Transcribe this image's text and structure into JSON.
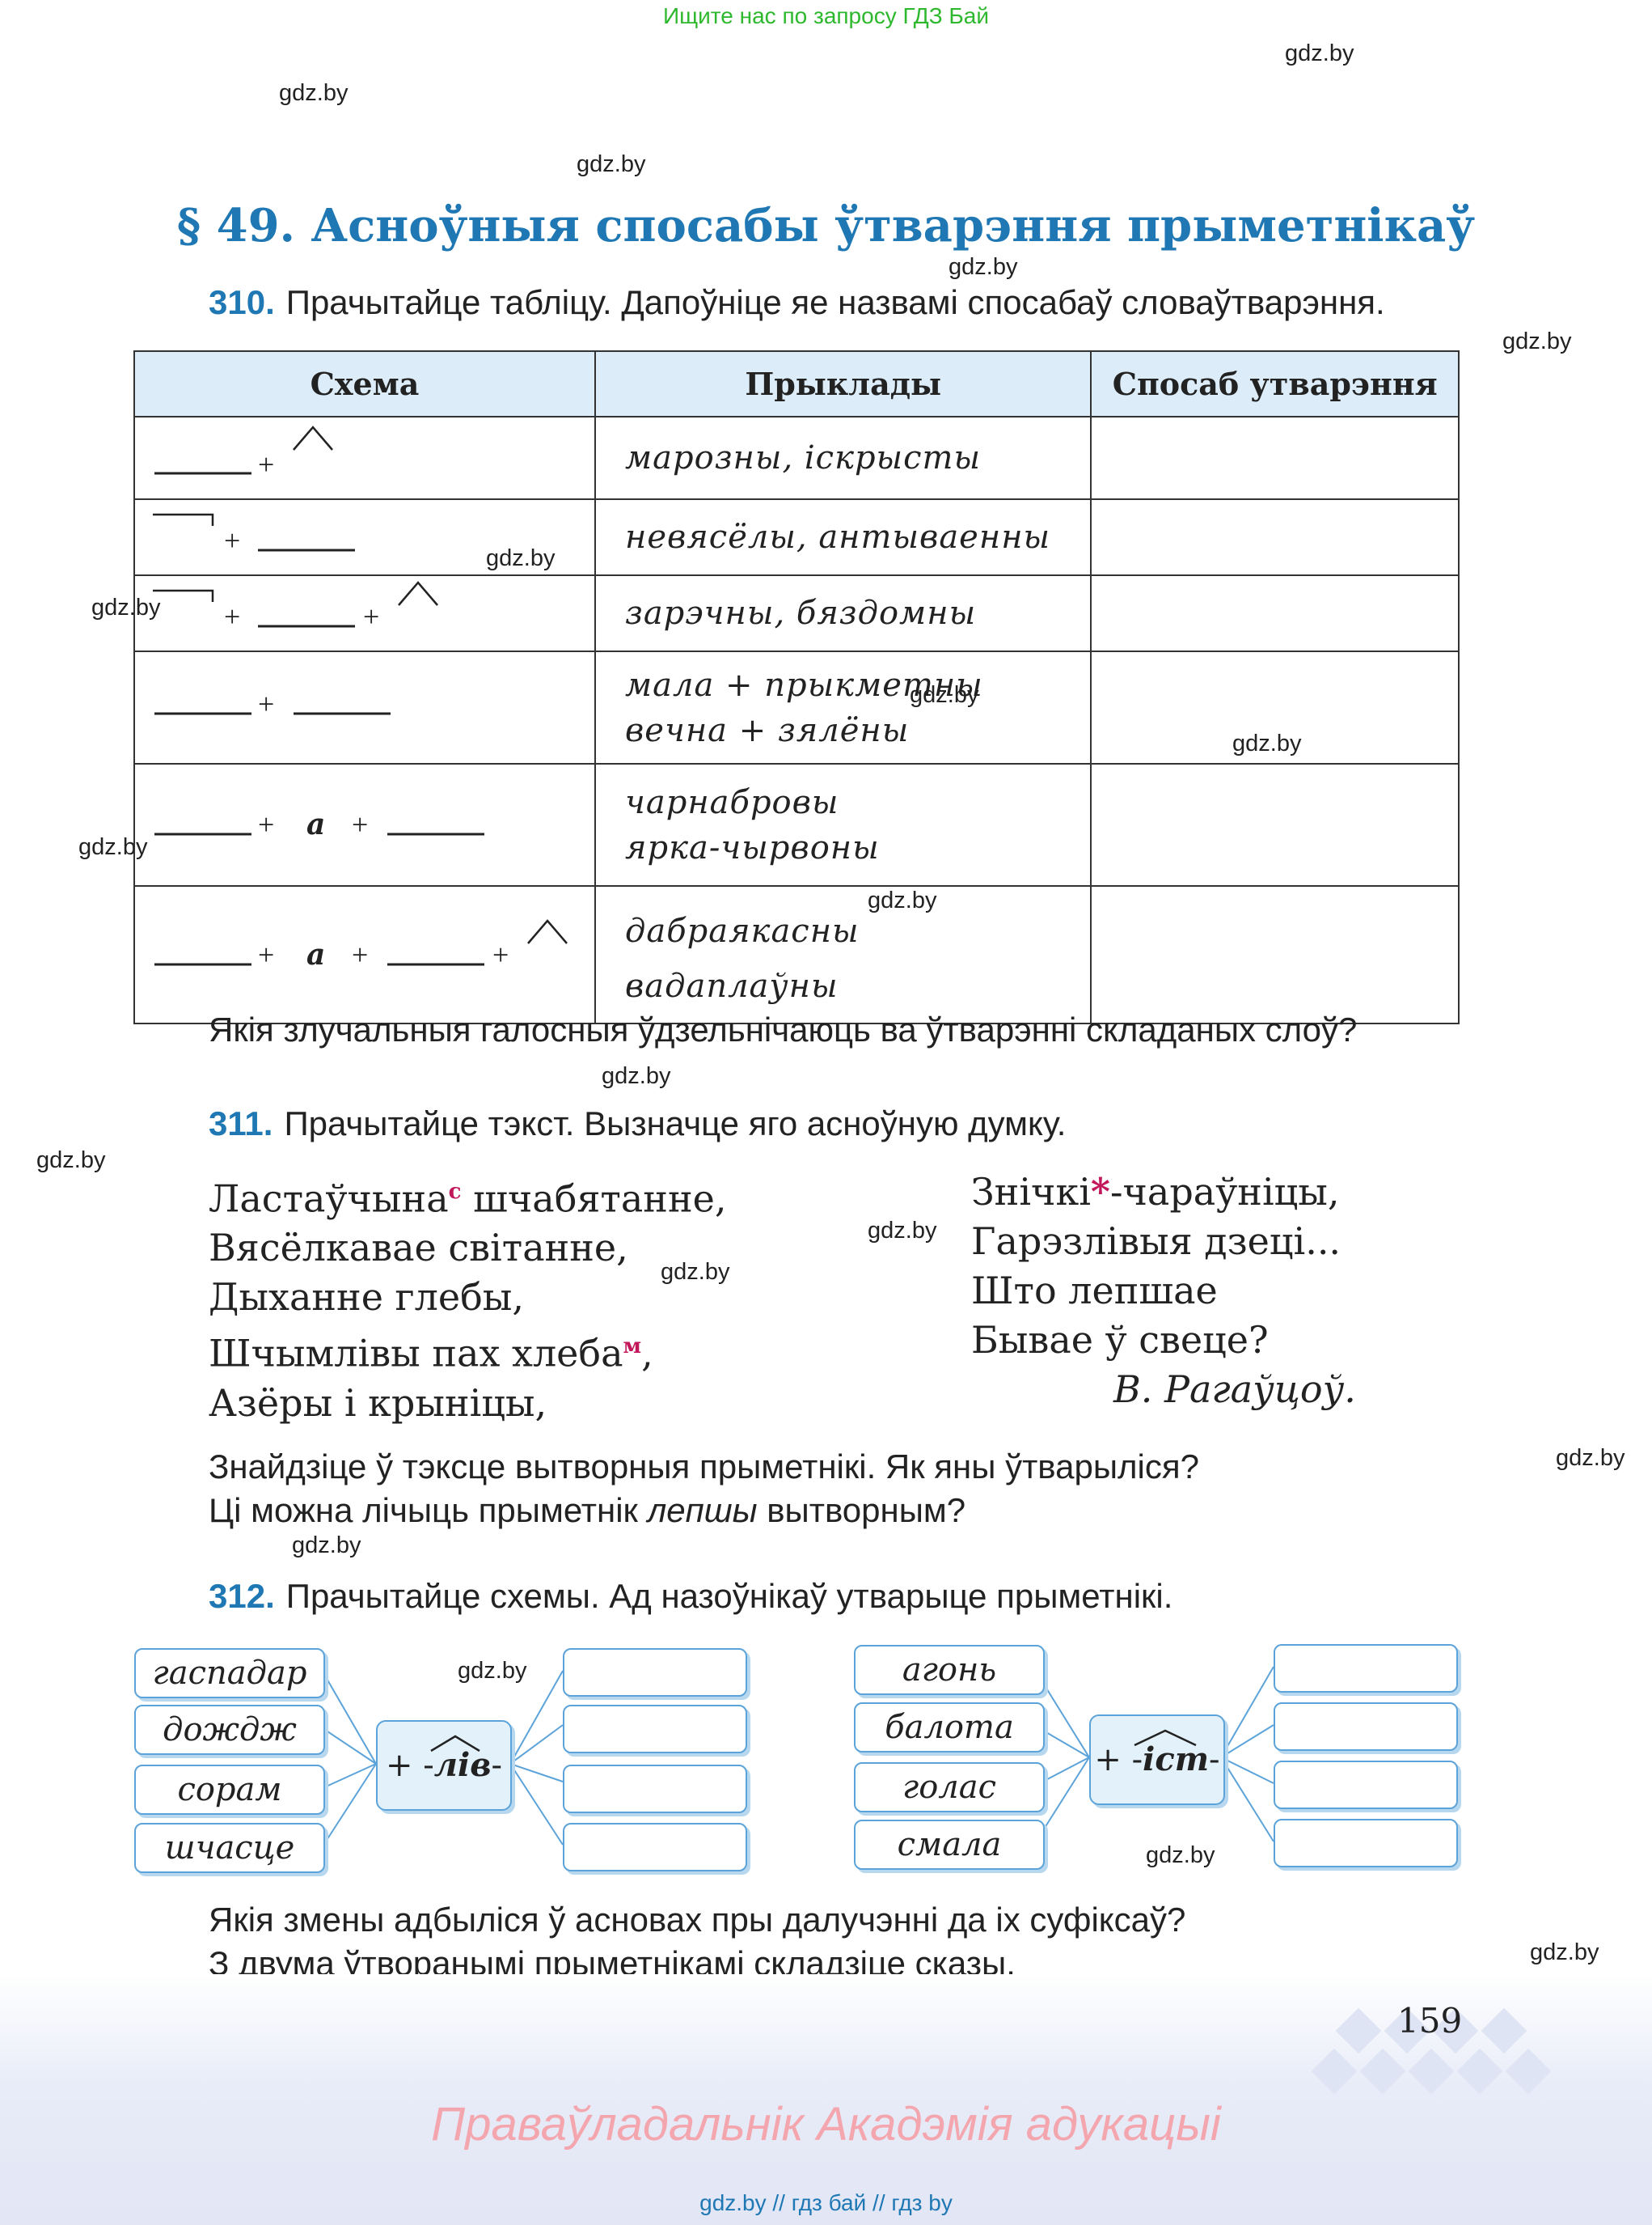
{
  "top_banner": "Ищите нас по запросу ГДЗ Бай",
  "watermark": "gdz.by",
  "heading": "§ 49. Асноўныя спосабы ўтварэння прыметнікаў",
  "task310": {
    "number": "310.",
    "text": "Прачытайце табліцу. Дапоўніце яе назвамі спосабаў словаўтварэння.",
    "headers": [
      "Схема",
      "Прыклады",
      "Спосаб утварэння"
    ],
    "rows": [
      {
        "scheme": "______ +",
        "examples": [
          "марозны, іскрысты"
        ]
      },
      {
        "scheme": "+ ______",
        "examples": [
          "невясёлы, антываенны"
        ]
      },
      {
        "scheme": "+ ______ +",
        "examples": [
          "зарэчны, бяздомны"
        ]
      },
      {
        "scheme": "______ + ______",
        "examples": [
          "мала + прыкметны",
          "вечна + зялёны"
        ]
      },
      {
        "scheme": "______ + а + ______",
        "examples": [
          "чарнабровы",
          "ярка-чырвоны"
        ]
      },
      {
        "scheme": "______ + а + ______ +",
        "examples": [
          "дабраякасны",
          "вадаплаўны"
        ]
      }
    ],
    "question": "Якія злучальныя галосныя ўдзельнічаюць ва ўтварэнні складаных слоў?"
  },
  "task311": {
    "number": "311.",
    "text": "Прачытайце тэкст. Вызначце яго асноўную думку.",
    "poem_left": [
      "Ластаўчына",
      "Вясёлкавае світанне,",
      "Дыханне глебы,",
      "Шчымлівы пах хлеба",
      "Азёры і крыніцы,"
    ],
    "poem_left_1_tail": " шчабятанне,",
    "poem_left_4_tail": ",",
    "mark_c": "с",
    "mark_m": "м",
    "poem_right": [
      "Знічкі",
      "Гарэзлівыя дзеці...",
      "Што лепшае",
      "Бывае ў свеце?"
    ],
    "poem_right_1_tail": "-чараўніцы,",
    "star": "*",
    "author": "В. Рагаўцоў.",
    "q1": "Знайдзіце ў тэксце вытворныя прыметнікі. Як яны ўтварыліся?",
    "q2_pre": "Ці можна лічыць прыметнік ",
    "q2_word": "лепшы",
    "q2_post": " вытворным?"
  },
  "task312": {
    "number": "312.",
    "text": "Прачытайце схемы. Ад назоўнікаў утварыце прыметнікі.",
    "left_words": [
      "гаспадар",
      "дождж",
      "сорам",
      "шчасце"
    ],
    "left_suffix_plus": "+ -",
    "left_suffix": "лів",
    "right_words": [
      "агонь",
      "балота",
      "голас",
      "смала"
    ],
    "right_suffix_plus": "+ -",
    "right_suffix": "іст",
    "suffix_dash": "-",
    "q1": "Якія змены адбыліся ў асновах пры далучэнні да іх суфіксаў?",
    "q2": "З двума ўтворанымі прыметнікамі складзіце сказы."
  },
  "page_number": "159",
  "rights": "Праваўладальнік Акадэмія адукацыі",
  "bottom_links": "gdz.by  //  гдз бай  //  гдз by"
}
